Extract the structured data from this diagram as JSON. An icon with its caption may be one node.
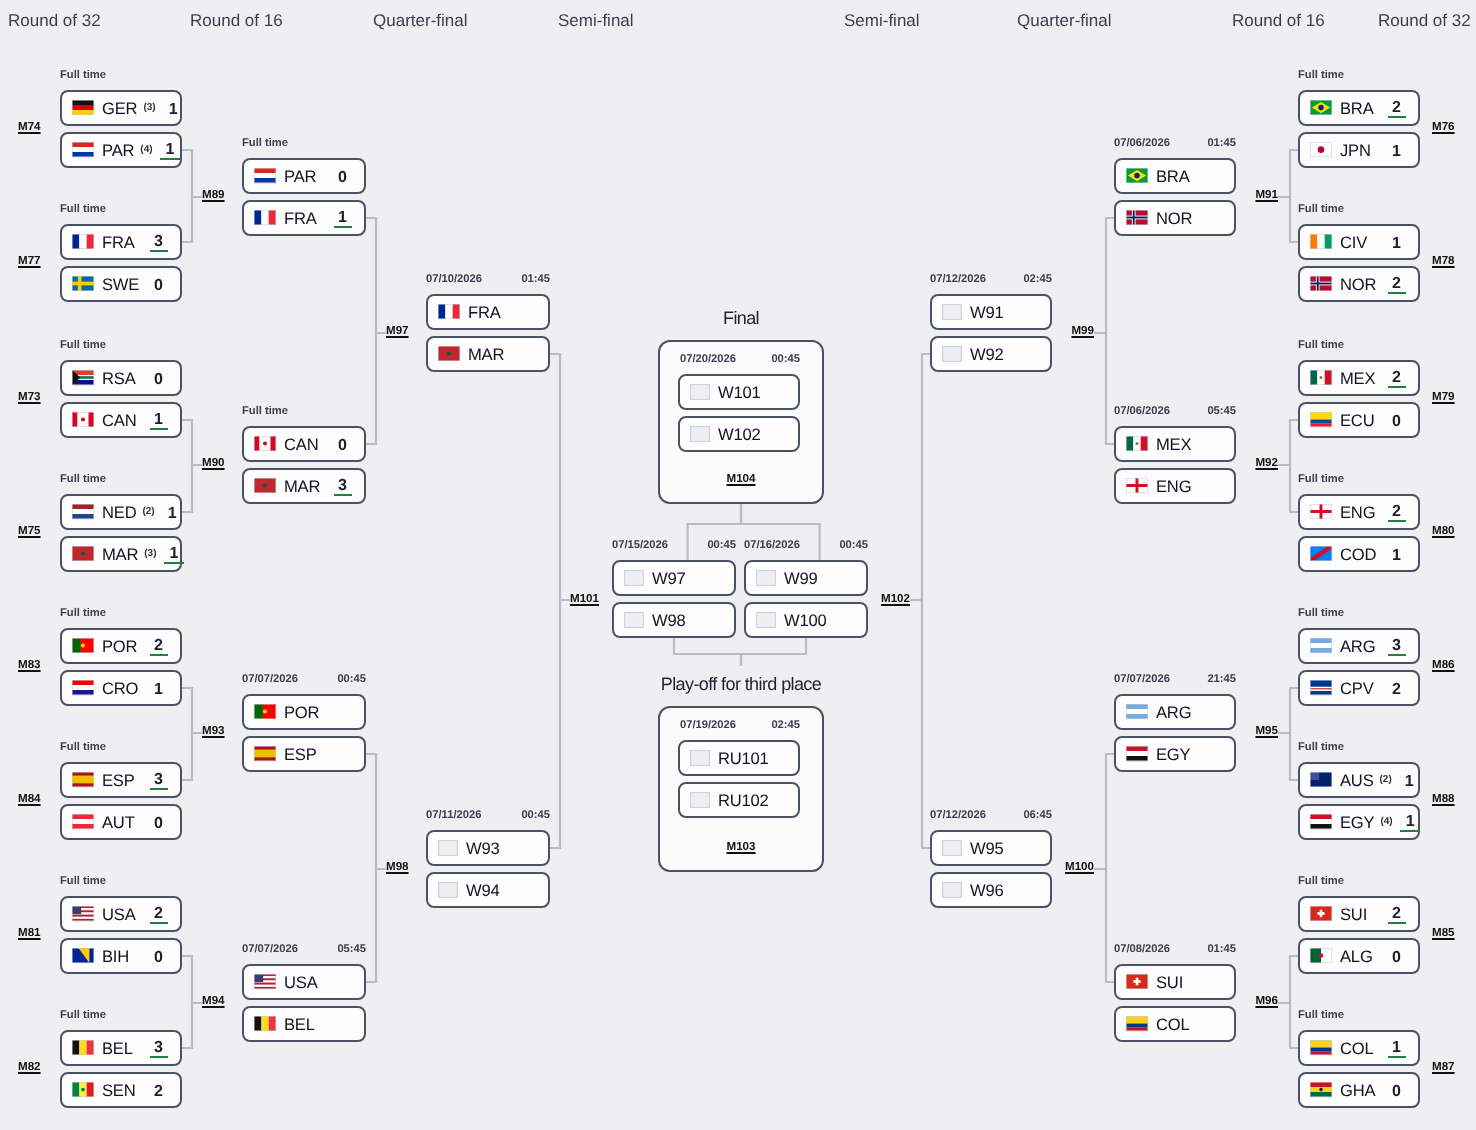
{
  "diagram": {
    "nodes": [
      {
        "text": [
          "GER",
          "(3)",
          "1"
        ],
        "beside": [
          "Full time"
        ]
      },
      {
        "text": [
          "PAR",
          "(4)",
          "1"
        ]
      },
      {
        "text": [
          "FRA",
          "3"
        ],
        "beside": [
          "Full time"
        ]
      },
      {
        "text": [
          "SWE",
          "0"
        ]
      },
      {
        "text": [
          "RSA",
          "0"
        ],
        "beside": [
          "Full time"
        ]
      },
      {
        "text": [
          "CAN",
          "1"
        ]
      },
      {
        "text": [
          "NED",
          "(2)",
          "1"
        ],
        "beside": [
          "Full time"
        ]
      },
      {
        "text": [
          "MAR",
          "(3)",
          "1"
        ]
      },
      {
        "text": [
          "POR",
          "2"
        ],
        "beside": [
          "Full time"
        ]
      },
      {
        "text": [
          "CRO",
          "1"
        ]
      },
      {
        "text": [
          "ESP",
          "3"
        ],
        "beside": [
          "Full time"
        ]
      },
      {
        "text": [
          "AUT",
          "0"
        ]
      },
      {
        "text": [
          "USA",
          "2"
        ],
        "beside": [
          "Full time"
        ]
      },
      {
        "text": [
          "BIH",
          "0"
        ]
      },
      {
        "text": [
          "BEL",
          "3"
        ],
        "beside": [
          "Full time"
        ]
      },
      {
        "text": [
          "SEN",
          "2"
        ]
      },
      {
        "text": [
          "M89"
        ]
      },
      {
        "text": [
          "M90"
        ]
      },
      {
        "text": [
          "M93"
        ]
      },
      {
        "text": [
          "M94"
        ]
      },
      {
        "text": [
          "PAR",
          "0"
        ],
        "beside": [
          "Full time"
        ]
      },
      {
        "text": [
          "FRA",
          "1"
        ]
      },
      {
        "text": [
          "CAN",
          "0"
        ],
        "beside": [
          "Full time"
        ]
      },
      {
        "text": [
          "MAR",
          "3"
        ]
      },
      {
        "text": [
          "POR"
        ],
        "beside": [
          "07/07/2026",
          "00:45"
        ]
      },
      {
        "text": [
          "ESP"
        ]
      },
      {
        "text": [
          "USA"
        ],
        "beside": [
          "07/07/2026",
          "05:45"
        ]
      },
      {
        "text": [
          "BEL"
        ]
      },
      {
        "text": [
          "M97"
        ]
      },
      {
        "text": [
          "M98"
        ]
      },
      {
        "text": [
          "FRA"
        ],
        "beside": [
          "07/10/2026",
          "01:45"
        ]
      },
      {
        "text": [
          "MAR"
        ]
      },
      {
        "text": [
          "W93"
        ],
        "beside": [
          "07/11/2026",
          "00:45"
        ]
      },
      {
        "text": [
          "W94"
        ]
      },
      {
        "text": [
          "M101"
        ]
      },
      {
        "text": [
          "Final",
          "07/20/2026",
          "00:45",
          "M104"
        ]
      },
      {
        "text": [
          "W101"
        ],
        "in": 35
      },
      {
        "text": [
          "W102"
        ],
        "in": 35
      },
      {
        "text": [
          "W97"
        ],
        "beside": [
          "07/15/2026",
          "00:45"
        ]
      },
      {
        "text": [
          "W98"
        ]
      },
      {
        "text": [
          "W99"
        ],
        "beside": [
          "07/16/2026",
          "00:45"
        ]
      },
      {
        "text": [
          "W100"
        ]
      },
      {
        "text": [
          "Play-off for third place",
          "07/19/2026",
          "02:45",
          "M103"
        ]
      },
      {
        "text": [
          "RU101"
        ],
        "in": 42
      },
      {
        "text": [
          "RU102"
        ],
        "in": 42
      },
      {
        "text": [
          "M102"
        ]
      },
      {
        "text": [
          "W91"
        ],
        "beside": [
          "07/12/2026",
          "02:45"
        ]
      },
      {
        "text": [
          "W92"
        ]
      },
      {
        "text": [
          "W95"
        ],
        "beside": [
          "07/12/2026",
          "06:45"
        ]
      },
      {
        "text": [
          "W96"
        ]
      },
      {
        "text": [
          "M99"
        ]
      },
      {
        "text": [
          "M100"
        ]
      },
      {
        "text": [
          "BRA"
        ],
        "beside": [
          "07/06/2026",
          "01:45"
        ]
      },
      {
        "text": [
          "NOR"
        ]
      },
      {
        "text": [
          "MEX"
        ],
        "beside": [
          "07/06/2026",
          "05:45"
        ]
      },
      {
        "text": [
          "ENG"
        ]
      },
      {
        "text": [
          "ARG"
        ],
        "beside": [
          "07/07/2026",
          "21:45"
        ]
      },
      {
        "text": [
          "EGY"
        ]
      },
      {
        "text": [
          "SUI"
        ],
        "beside": [
          "07/08/2026",
          "01:45"
        ]
      },
      {
        "text": [
          "COL"
        ]
      },
      {
        "text": [
          "M91"
        ]
      },
      {
        "text": [
          "M92"
        ]
      },
      {
        "text": [
          "M95"
        ]
      },
      {
        "text": [
          "M96"
        ]
      },
      {
        "text": [
          "BRA",
          "2"
        ],
        "beside": [
          "Full time"
        ]
      },
      {
        "text": [
          "JPN",
          "1"
        ]
      },
      {
        "text": [
          "CIV",
          "1"
        ],
        "beside": [
          "Full time"
        ]
      },
      {
        "text": [
          "NOR",
          "2"
        ]
      },
      {
        "text": [
          "MEX",
          "2"
        ],
        "beside": [
          "Full time"
        ]
      },
      {
        "text": [
          "ECU",
          "0"
        ]
      },
      {
        "text": [
          "ENG",
          "2"
        ],
        "beside": [
          "Full time"
        ]
      },
      {
        "text": [
          "COD",
          "1"
        ]
      },
      {
        "text": [
          "ARG",
          "3"
        ],
        "beside": [
          "Full time"
        ]
      },
      {
        "text": [
          "CPV",
          "2"
        ]
      },
      {
        "text": [
          "AUS",
          "(2)",
          "1"
        ],
        "beside": [
          "Full time"
        ]
      },
      {
        "text": [
          "EGY",
          "(4)",
          "1"
        ]
      },
      {
        "text": [
          "SUI",
          "2"
        ],
        "beside": [
          "Full time"
        ]
      },
      {
        "text": [
          "ALG",
          "0"
        ]
      },
      {
        "text": [
          "COL",
          "1"
        ],
        "beside": [
          "Full time"
        ]
      },
      {
        "text": [
          "GHA",
          "0"
        ]
      }
    ],
    "edges": [
      {
        "from": 1,
        "to": 16,
        "arrow": "none"
      },
      {
        "from": 2,
        "to": 16,
        "arrow": "none"
      },
      {
        "from": 5,
        "to": 17,
        "arrow": "none"
      },
      {
        "from": 6,
        "to": 17,
        "arrow": "none"
      },
      {
        "from": 9,
        "to": 18,
        "arrow": "none"
      },
      {
        "from": 10,
        "to": 18,
        "arrow": "none"
      },
      {
        "from": 13,
        "to": 19,
        "arrow": "none"
      },
      {
        "from": 14,
        "to": 19,
        "arrow": "none"
      },
      {
        "from": 21,
        "to": 28,
        "arrow": "none"
      },
      {
        "from": 22,
        "to": 28,
        "arrow": "none"
      },
      {
        "from": 25,
        "to": 29,
        "arrow": "none"
      },
      {
        "from": 26,
        "to": 29,
        "arrow": "none"
      },
      {
        "from": 31,
        "to": 34,
        "arrow": "none"
      },
      {
        "from": 32,
        "to": 34,
        "arrow": "none"
      },
      {
        "from": 38,
        "to": 35,
        "arrow": "none"
      },
      {
        "from": 40,
        "to": 35,
        "arrow": "none"
      },
      {
        "from": 39,
        "to": 42,
        "arrow": "none"
      },
      {
        "from": 41,
        "to": 42,
        "arrow": "none"
      },
      {
        "from": 47,
        "to": 45,
        "arrow": "none"
      },
      {
        "from": 48,
        "to": 45,
        "arrow": "none"
      },
      {
        "from": 53,
        "to": 50,
        "arrow": "none"
      },
      {
        "from": 54,
        "to": 50,
        "arrow": "none"
      },
      {
        "from": 57,
        "to": 51,
        "arrow": "none"
      },
      {
        "from": 58,
        "to": 51,
        "arrow": "none"
      },
      {
        "from": 65,
        "to": 60,
        "arrow": "none"
      },
      {
        "from": 66,
        "to": 60,
        "arrow": "none"
      },
      {
        "from": 69,
        "to": 61,
        "arrow": "none"
      },
      {
        "from": 70,
        "to": 61,
        "arrow": "none"
      },
      {
        "from": 73,
        "to": 62,
        "arrow": "none"
      },
      {
        "from": 74,
        "to": 62,
        "arrow": "none"
      },
      {
        "from": 77,
        "to": 63,
        "arrow": "none"
      },
      {
        "from": 78,
        "to": 63,
        "arrow": "none"
      }
    ],
    "labels": [
      "Round of 32",
      "Round of 16",
      "Quarter-final",
      "Semi-final",
      "Semi-final",
      "Quarter-final",
      "Round of 16",
      "Round of 32",
      "M74",
      "M77",
      "M73",
      "M75",
      "M83",
      "M84",
      "M81",
      "M82",
      "M76",
      "M78",
      "M79",
      "M80",
      "M86",
      "M88",
      "M85",
      "M87"
    ]
  }
}
